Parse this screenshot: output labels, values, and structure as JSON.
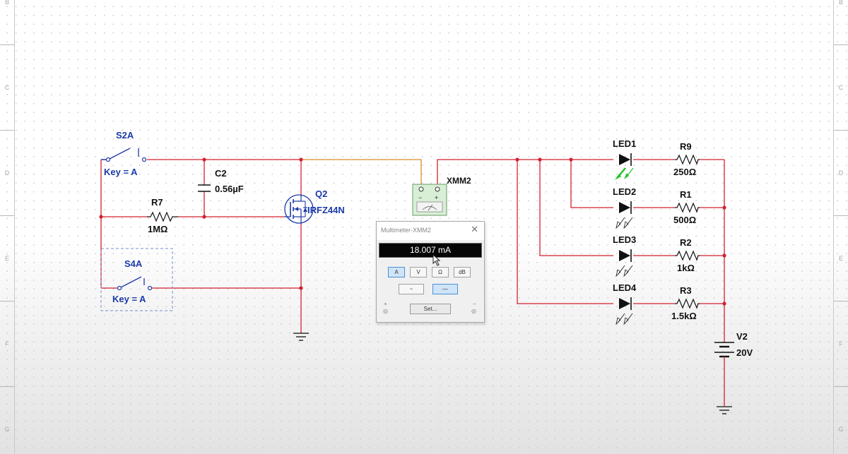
{
  "rows": {
    "left": [
      "B",
      "C",
      "D",
      "E",
      "F",
      "G"
    ],
    "right": [
      "B",
      "C",
      "D",
      "E",
      "F",
      "G"
    ]
  },
  "components": {
    "s2a": {
      "name": "S2A",
      "key": "Key = A"
    },
    "s4a": {
      "name": "S4A",
      "key": "Key = A"
    },
    "c2": {
      "name": "C2",
      "value": "0.56µF"
    },
    "r7": {
      "name": "R7",
      "value": "1MΩ"
    },
    "q2": {
      "name": "Q2",
      "value": "IRFZ44N"
    },
    "xmm2": {
      "name": "XMM2",
      "minus": "−",
      "plus": "+"
    },
    "led1": {
      "name": "LED1"
    },
    "led2": {
      "name": "LED2"
    },
    "led3": {
      "name": "LED3"
    },
    "led4": {
      "name": "LED4"
    },
    "r9": {
      "name": "R9",
      "value": "250Ω"
    },
    "r1": {
      "name": "R1",
      "value": "500Ω"
    },
    "r2": {
      "name": "R2",
      "value": "1kΩ"
    },
    "r3": {
      "name": "R3",
      "value": "1.5kΩ"
    },
    "v2": {
      "name": "V2",
      "value": "20V"
    }
  },
  "multimeter": {
    "title": "Multimeter-XMM2",
    "close": "✕",
    "reading": "18.007 mA",
    "modes": [
      "A",
      "V",
      "Ω",
      "dB"
    ],
    "active_mode": "A",
    "signal_ac": "~",
    "signal_dc": "—",
    "plus": "+",
    "minus": "−",
    "set_label": "Set..."
  },
  "colors": {
    "wire_red": "#d42030",
    "wire_orange": "#d98a2c",
    "component_blue": "#1c3aa8",
    "led_on_green": "#22c52a",
    "selection_blue": "#7a8cc8"
  }
}
